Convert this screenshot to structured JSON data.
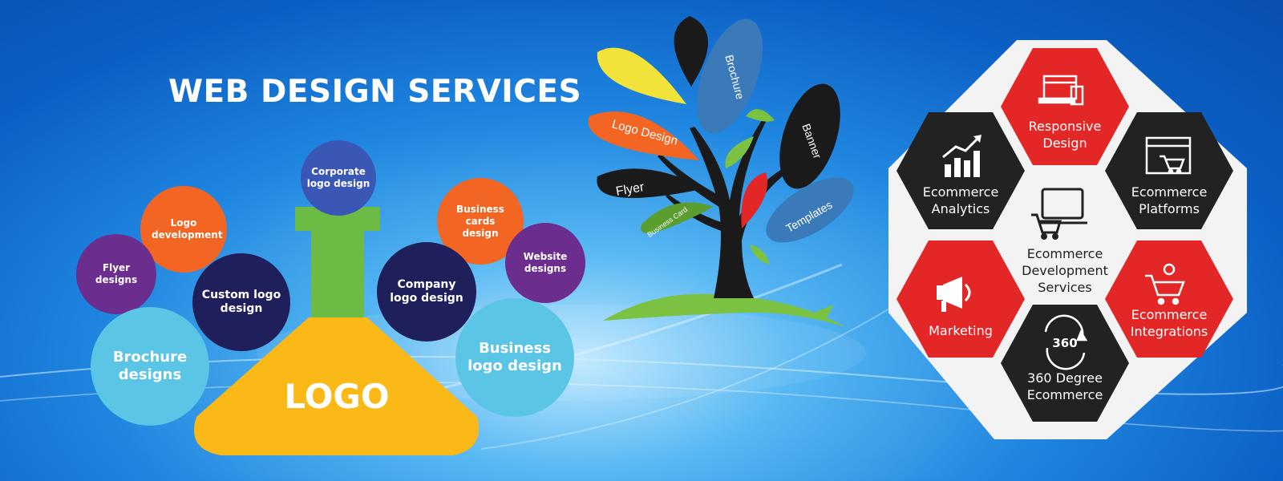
{
  "title": "WEB DESIGN SERVICES",
  "logo_section": {
    "flask_label": "LOGO",
    "bubbles": {
      "corporate": "Corporate logo design",
      "logo_dev": "Logo development",
      "flyer": "Flyer designs",
      "custom": "Custom logo design",
      "brochure": "Brochure designs",
      "business_cards": "Business cards design",
      "website": "Website designs",
      "company": "Company logo design",
      "business_logo": "Business logo design"
    }
  },
  "tree": {
    "leaves": {
      "brochure": "Brochure",
      "logo_design": "Logo Design",
      "banner": "Banner",
      "flyer": "Flyer",
      "templates": "Templates",
      "business_card": "Business Card"
    }
  },
  "ecommerce": {
    "center": "Ecommerce Development Services",
    "responsive": "Responsive Design",
    "analytics": "Ecommerce Analytics",
    "platforms": "Ecommerce Platforms",
    "marketing": "Marketing",
    "integrations": "Ecommerce Integrations",
    "degree360": "360 Degree Ecommerce",
    "icon_360": "360"
  },
  "colors": {
    "red": "#e32626",
    "dark": "#222222",
    "orange": "#f26522",
    "purple": "#6b2d8e",
    "navy": "#1f1f5c",
    "light_blue": "#5bc5e6",
    "flask_green": "#6cbb45",
    "flask_yellow": "#fbb917",
    "corporate_blue": "#3a57b5"
  }
}
